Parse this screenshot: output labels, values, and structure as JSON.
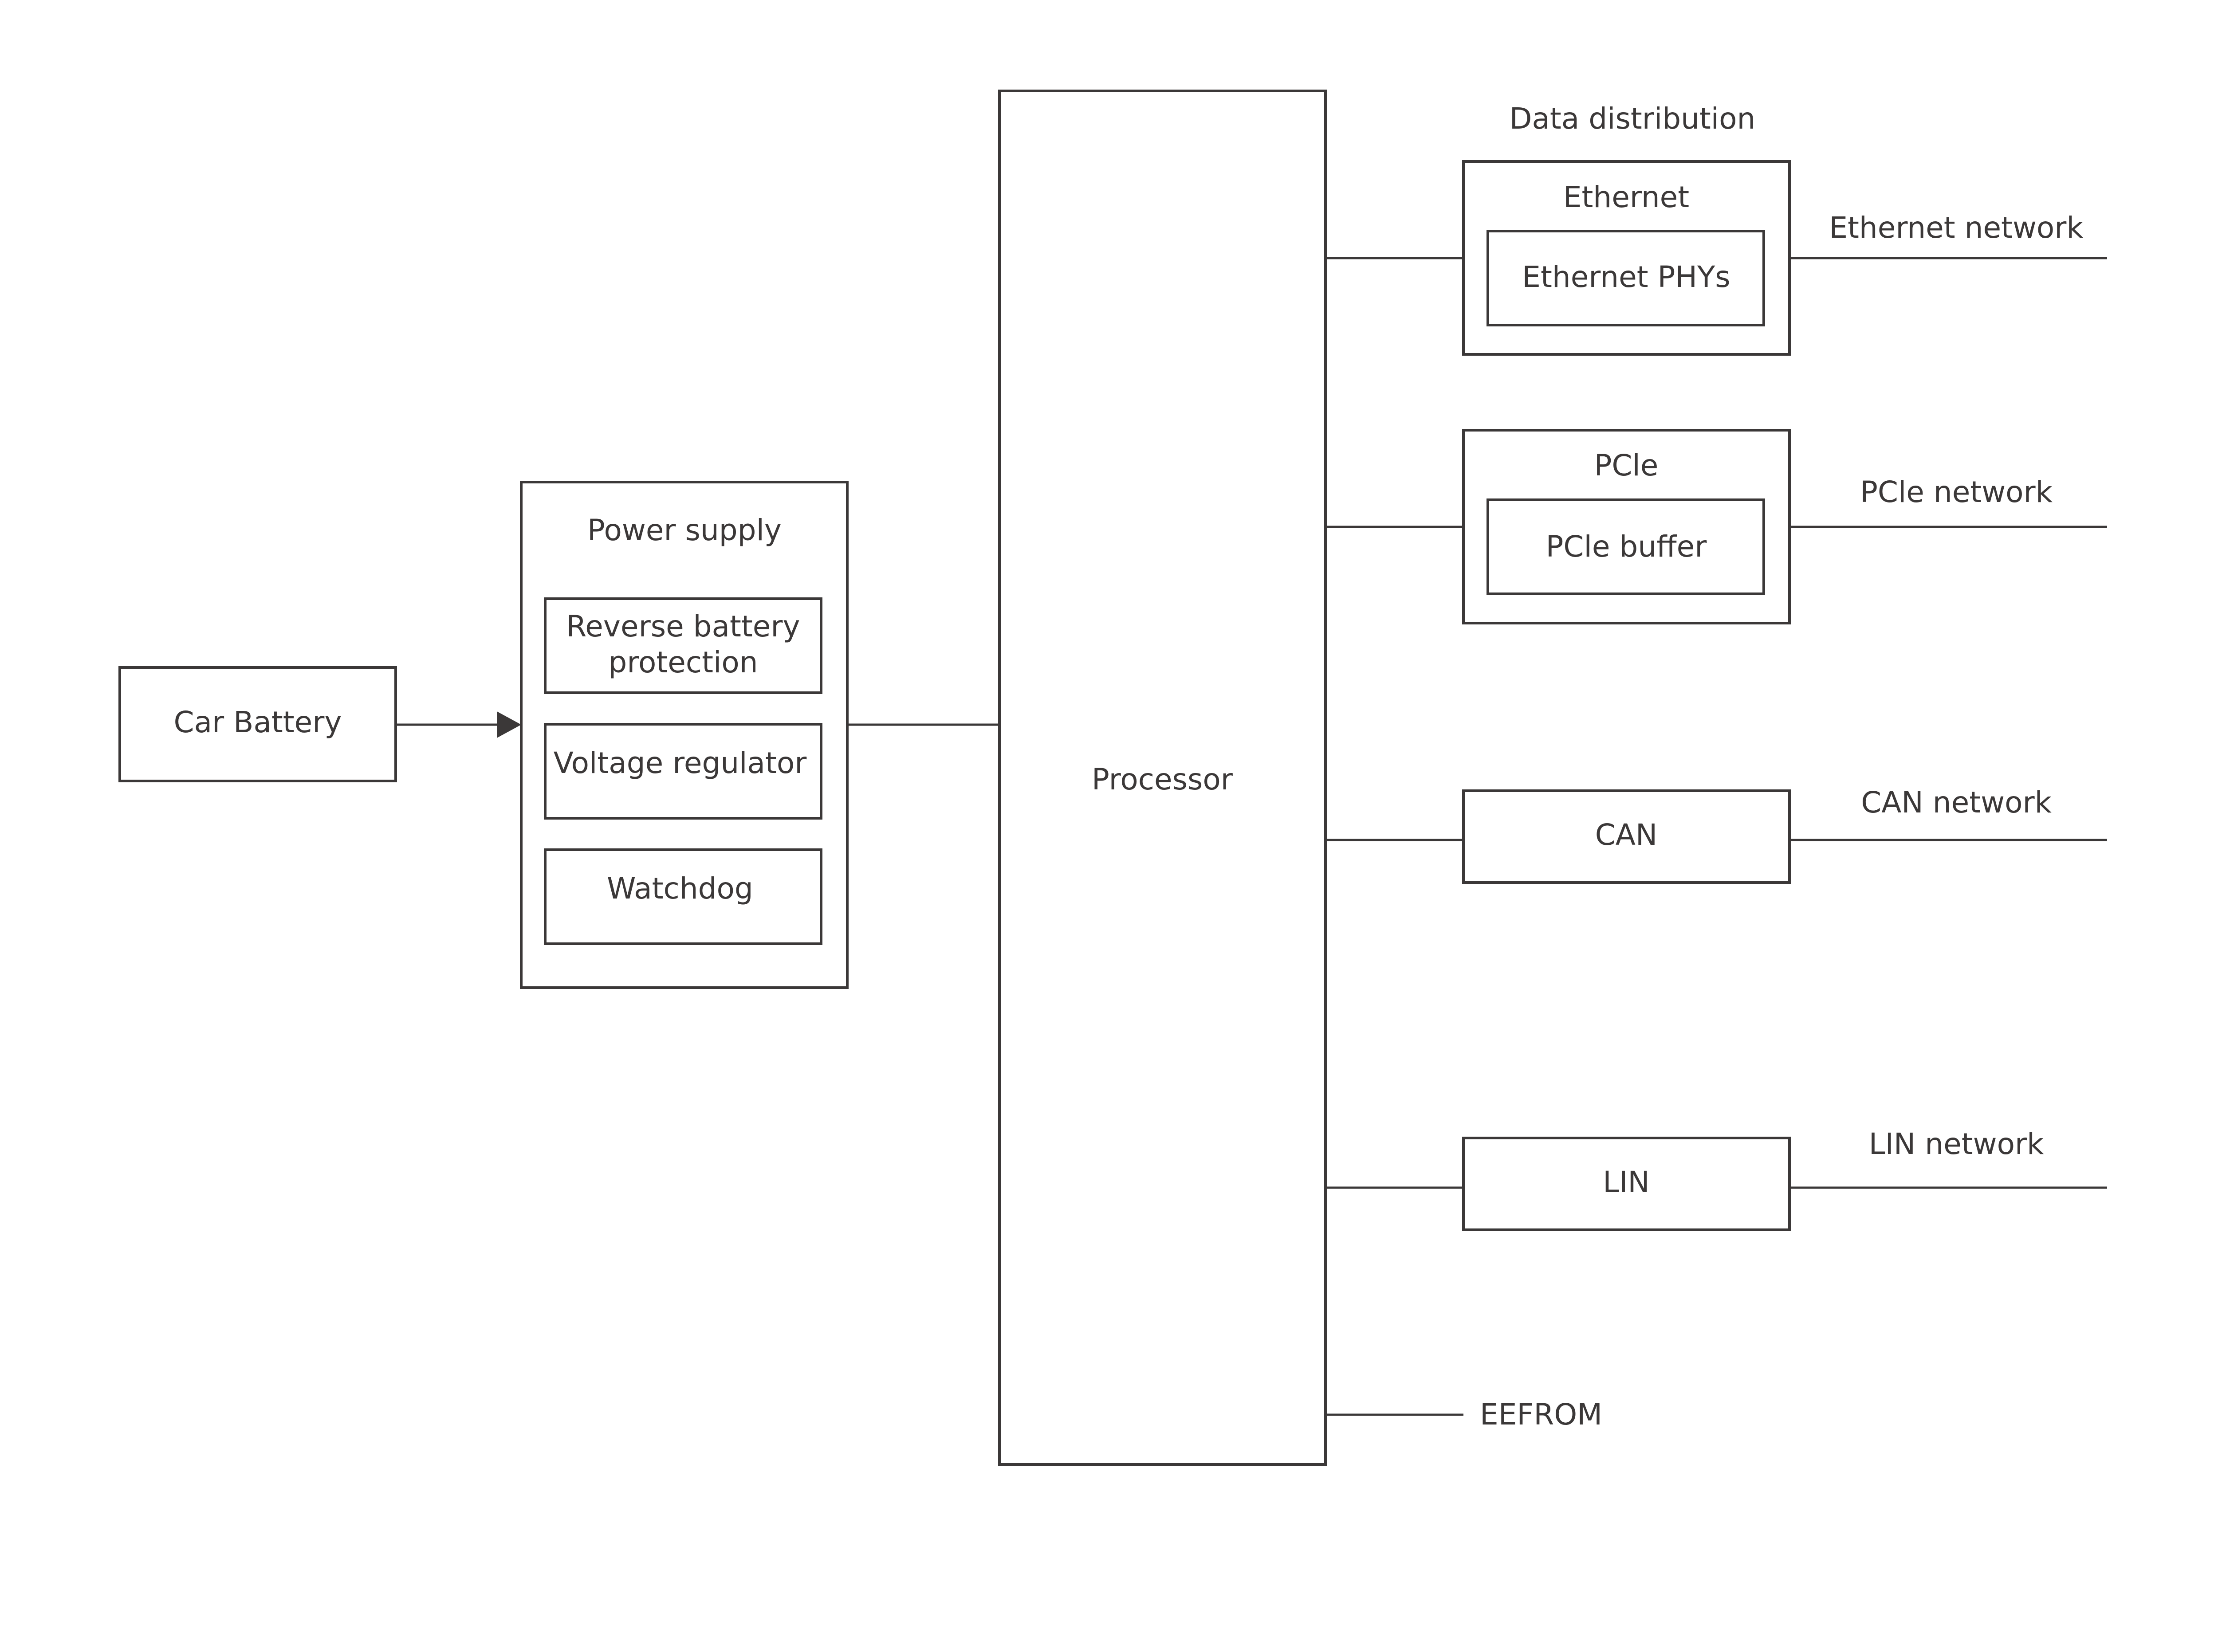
{
  "colors": {
    "stroke": "#3b3838",
    "text": "#3b3838",
    "background": "#ffffff"
  },
  "car_battery": {
    "label": "Car Battery"
  },
  "power_supply": {
    "title": "Power supply",
    "reverse_battery_protection": [
      "Reverse battery",
      "protection"
    ],
    "voltage_regulator": "Voltage regulator",
    "watchdog": "Watchdog"
  },
  "processor": {
    "label": "Processor"
  },
  "data_distribution": {
    "title": "Data distribution",
    "ethernet": {
      "title": "Ethernet",
      "inner": "Ethernet PHYs",
      "network": "Ethernet network"
    },
    "pcie": {
      "title": "PCle",
      "inner": "PCle buffer",
      "network": "PCle network"
    },
    "can": {
      "label": "CAN",
      "network": "CAN network"
    },
    "lin": {
      "label": "LIN",
      "network": "LIN network"
    },
    "eefrom": {
      "label": "EEFROM"
    }
  }
}
